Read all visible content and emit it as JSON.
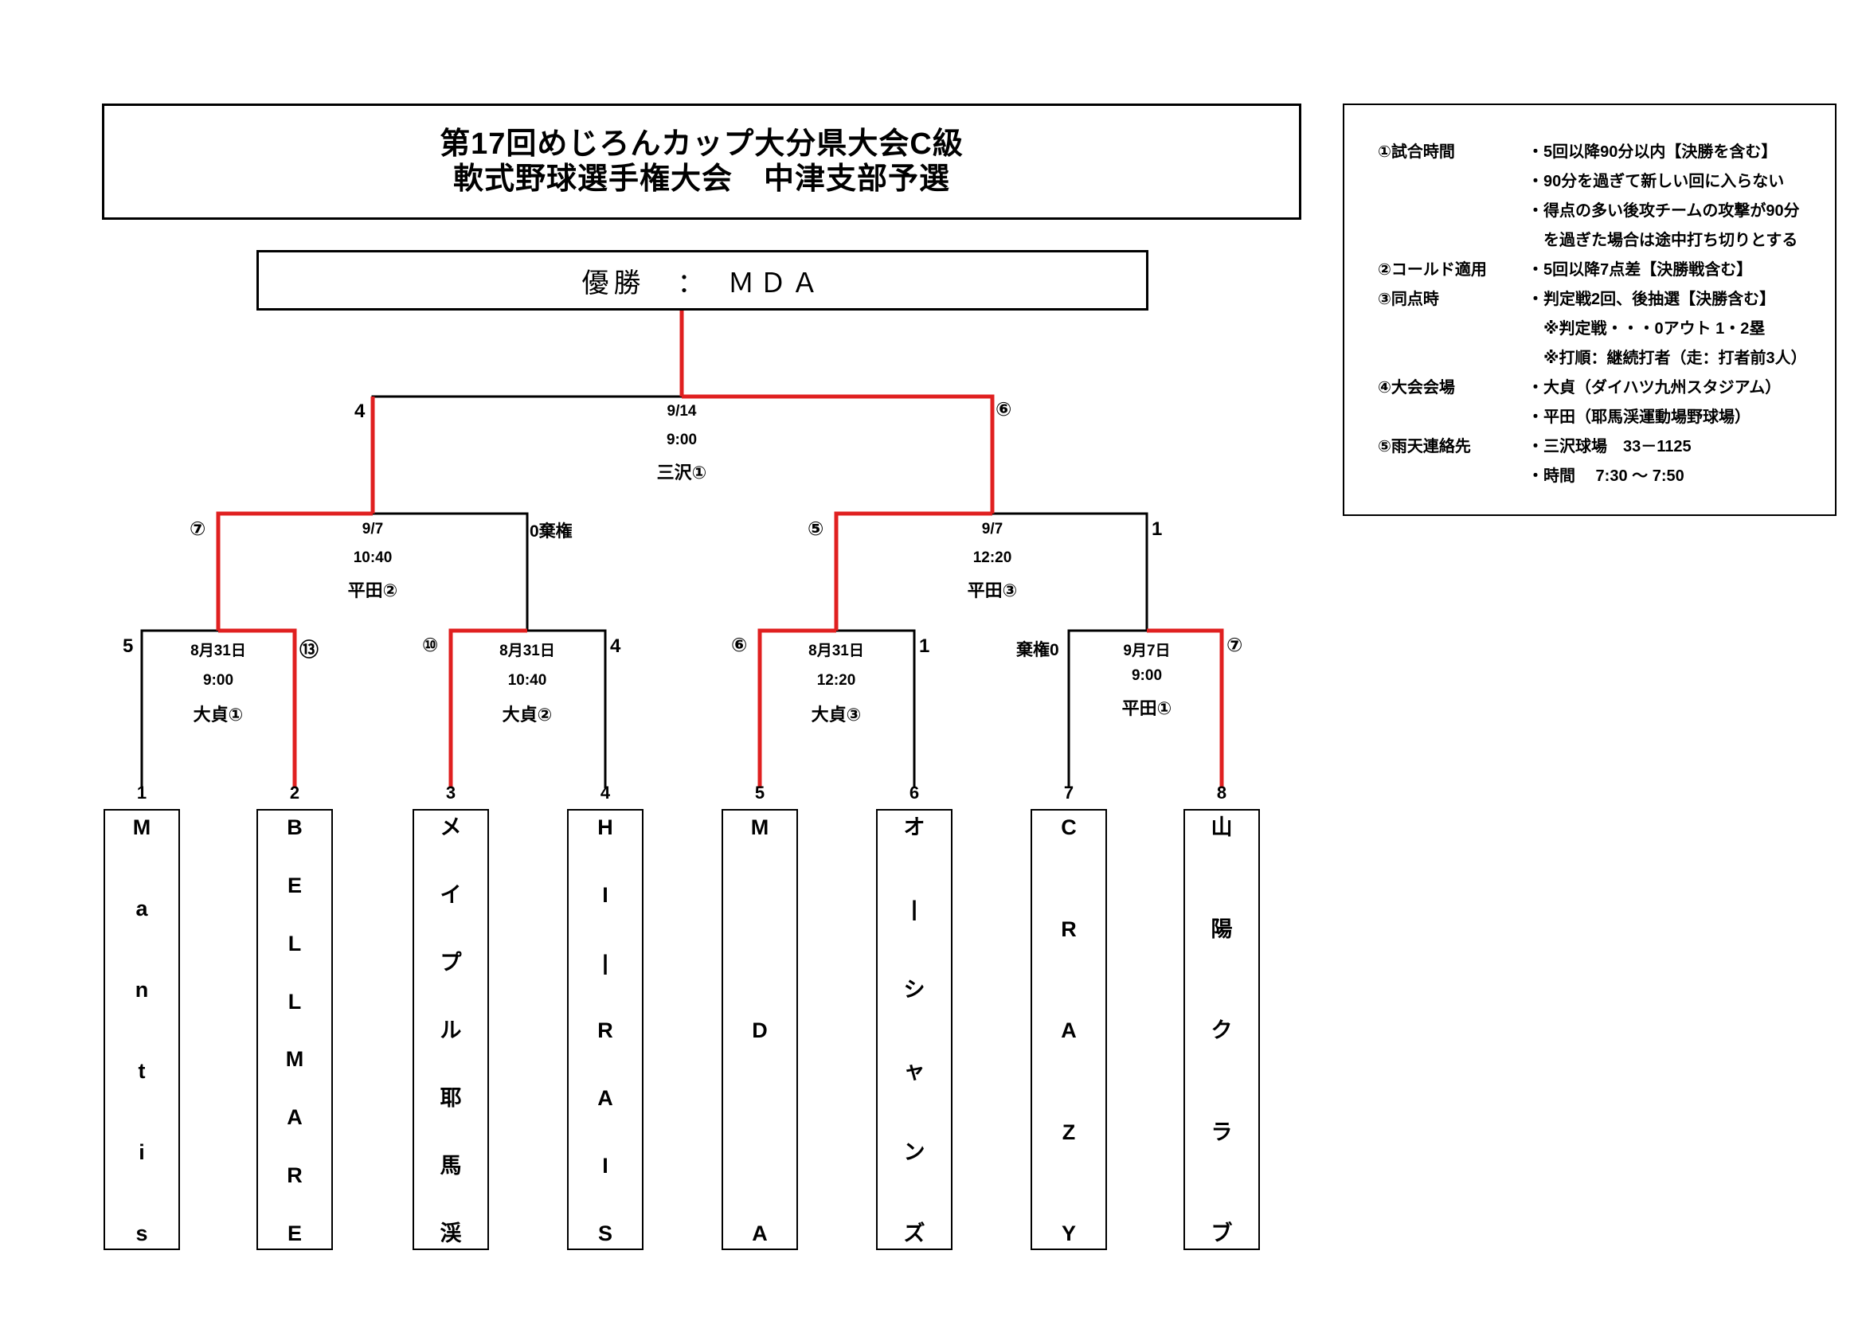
{
  "title": {
    "line1": "第17回めじろんカップ大分県大会C級",
    "line2": "軟式野球選手権大会　中津支部予選"
  },
  "winner": "優勝　：　ＭＤＡ",
  "rules": [
    {
      "key": "①試合時間",
      "val": "・5回以降90分以内【決勝を含む】"
    },
    {
      "key": "",
      "val": "・90分を過ぎて新しい回に入らない"
    },
    {
      "key": "",
      "val": "・得点の多い後攻チームの攻撃が90分"
    },
    {
      "key": "",
      "val": "　を過ぎた場合は途中打ち切りとする"
    },
    {
      "key": "②コールド適用",
      "val": "・5回以降7点差【決勝戦含む】"
    },
    {
      "key": "③同点時",
      "val": "・判定戦2回、後抽選【決勝含む】"
    },
    {
      "key": "",
      "val": "　※判定戦・・・0アウト 1・2塁"
    },
    {
      "key": "",
      "val": "　※打順：継続打者（走：打者前3人）"
    },
    {
      "key": "④大会会場",
      "val": "・大貞（ダイハツ九州スタジアム）"
    },
    {
      "key": "",
      "val": "・平田（耶馬渓運動場野球場）"
    },
    {
      "key": "⑤雨天連絡先",
      "val": "・三沢球場　33－1125"
    },
    {
      "key": "",
      "val": "・時間　 7:30 ～ 7:50"
    }
  ],
  "teams": [
    {
      "no": "1",
      "chars": [
        "M",
        "a",
        "n",
        "t",
        "i",
        "s"
      ]
    },
    {
      "no": "2",
      "chars": [
        "B",
        "E",
        "L",
        "L",
        "M",
        "A",
        "R",
        "E"
      ]
    },
    {
      "no": "3",
      "chars": [
        "メ",
        "イ",
        "プ",
        "ル",
        "耶",
        "馬",
        "渓"
      ]
    },
    {
      "no": "4",
      "chars": [
        "H",
        "I",
        "|",
        "R",
        "A",
        "I",
        "S"
      ]
    },
    {
      "no": "5",
      "chars": [
        "M",
        "D",
        "A"
      ]
    },
    {
      "no": "6",
      "chars": [
        "オ",
        "|",
        "シ",
        "ャ",
        "ン",
        "ズ"
      ]
    },
    {
      "no": "7",
      "chars": [
        "C",
        "R",
        "A",
        "Z",
        "Y"
      ]
    },
    {
      "no": "8",
      "chars": [
        "山",
        "陽",
        "ク",
        "ラ",
        "ブ"
      ]
    }
  ],
  "round1": [
    {
      "date": "8月31日",
      "time": "9:00",
      "venue": "大貞①",
      "left": "5",
      "right": "⑬"
    },
    {
      "date": "8月31日",
      "time": "10:40",
      "venue": "大貞②",
      "left": "⑩",
      "right": "4"
    },
    {
      "date": "8月31日",
      "time": "12:20",
      "venue": "大貞③",
      "left": "⑥",
      "right": "1"
    },
    {
      "date": "9月7日",
      "time": "9:00",
      "venue": "平田①",
      "left": "棄権0",
      "right": "⑦"
    }
  ],
  "round2": [
    {
      "date": "9/7",
      "time": "10:40",
      "venue": "平田②",
      "left": "⑦",
      "right": "0棄権"
    },
    {
      "date": "9/7",
      "time": "12:20",
      "venue": "平田③",
      "left": "⑤",
      "right": "1"
    }
  ],
  "final": {
    "date": "9/14",
    "time": "9:00",
    "venue": "三沢①",
    "left": "4",
    "right": "⑥"
  },
  "colors": {
    "winner_line": "#e02020",
    "line": "#000000"
  }
}
